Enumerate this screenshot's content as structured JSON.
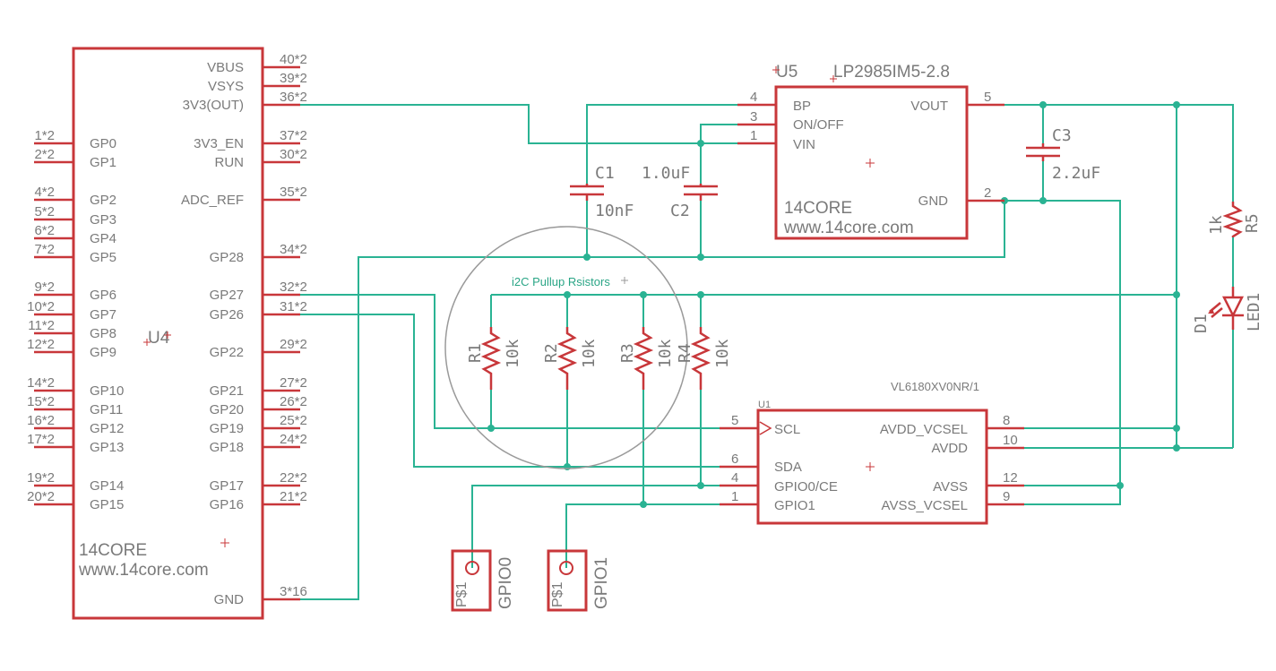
{
  "u4": {
    "name": "U4",
    "brand": "14CORE",
    "url": "www.14core.com",
    "right_pins": [
      {
        "label": "VBUS",
        "num": "40*2"
      },
      {
        "label": "VSYS",
        "num": "39*2"
      },
      {
        "label": "3V3(OUT)",
        "num": "36*2"
      },
      {
        "label": "3V3_EN",
        "num": "37*2"
      },
      {
        "label": "RUN",
        "num": "30*2"
      },
      {
        "label": "ADC_REF",
        "num": "35*2"
      },
      {
        "label": "GP28",
        "num": "34*2"
      },
      {
        "label": "GP27",
        "num": "32*2"
      },
      {
        "label": "GP26",
        "num": "31*2"
      },
      {
        "label": "GP22",
        "num": "29*2"
      },
      {
        "label": "GP21",
        "num": "27*2"
      },
      {
        "label": "GP20",
        "num": "26*2"
      },
      {
        "label": "GP19",
        "num": "25*2"
      },
      {
        "label": "GP18",
        "num": "24*2"
      },
      {
        "label": "GP17",
        "num": "22*2"
      },
      {
        "label": "GP16",
        "num": "21*2"
      },
      {
        "label": "GND",
        "num": "3*16"
      }
    ],
    "left_pins": [
      {
        "label": "GP0",
        "num": "1*2"
      },
      {
        "label": "GP1",
        "num": "2*2"
      },
      {
        "label": "GP2",
        "num": "4*2"
      },
      {
        "label": "GP3",
        "num": "5*2"
      },
      {
        "label": "GP4",
        "num": "6*2"
      },
      {
        "label": "GP5",
        "num": "7*2"
      },
      {
        "label": "GP6",
        "num": "9*2"
      },
      {
        "label": "GP7",
        "num": "10*2"
      },
      {
        "label": "GP8",
        "num": "11*2"
      },
      {
        "label": "GP9",
        "num": "12*2"
      },
      {
        "label": "GP10",
        "num": "14*2"
      },
      {
        "label": "GP11",
        "num": "15*2"
      },
      {
        "label": "GP12",
        "num": "16*2"
      },
      {
        "label": "GP13",
        "num": "17*2"
      },
      {
        "label": "GP14",
        "num": "19*2"
      },
      {
        "label": "GP15",
        "num": "20*2"
      }
    ]
  },
  "u5": {
    "name": "U5",
    "part": "LP2985IM5-2.8",
    "brand": "14CORE",
    "url": "www.14core.com",
    "pins": [
      {
        "label": "BP",
        "num": "4"
      },
      {
        "label": "ON/OFF",
        "num": "3"
      },
      {
        "label": "VIN",
        "num": "1"
      },
      {
        "label": "VOUT",
        "num": "5"
      },
      {
        "label": "GND",
        "num": "2"
      }
    ]
  },
  "caps": [
    {
      "name": "C1",
      "value": "10nF"
    },
    {
      "name": "C2",
      "value": "1.0uF"
    },
    {
      "name": "C3",
      "value": "2.2uF"
    }
  ],
  "resistors": [
    {
      "name": "R1",
      "value": "10k"
    },
    {
      "name": "R2",
      "value": "10k"
    },
    {
      "name": "R3",
      "value": "10k"
    },
    {
      "name": "R4",
      "value": "10k"
    },
    {
      "name": "R5",
      "value": "1k"
    }
  ],
  "led": {
    "name": "D1",
    "label": "LED1"
  },
  "annotation": "i2C Pullup Rsistors",
  "u1": {
    "name": "U1",
    "part": "VL6180XV0NR/1",
    "pins": [
      {
        "label": "SCL",
        "num": "5"
      },
      {
        "label": "SDA",
        "num": "6"
      },
      {
        "label": "GPIO0/CE",
        "num": "4"
      },
      {
        "label": "GPIO1",
        "num": "1"
      },
      {
        "label": "AVDD_VCSEL",
        "num": "8"
      },
      {
        "label": "AVDD",
        "num": "10"
      },
      {
        "label": "AVSS",
        "num": "12"
      },
      {
        "label": "AVSS_VCSEL",
        "num": "9"
      }
    ]
  },
  "connectors": [
    {
      "pad": "P$1",
      "name": "GPIO0"
    },
    {
      "pad": "P$1",
      "name": "GPIO1"
    }
  ],
  "colors": {
    "part": "#c8373a",
    "wire": "#2ab393",
    "text": "#7a7a7a"
  }
}
